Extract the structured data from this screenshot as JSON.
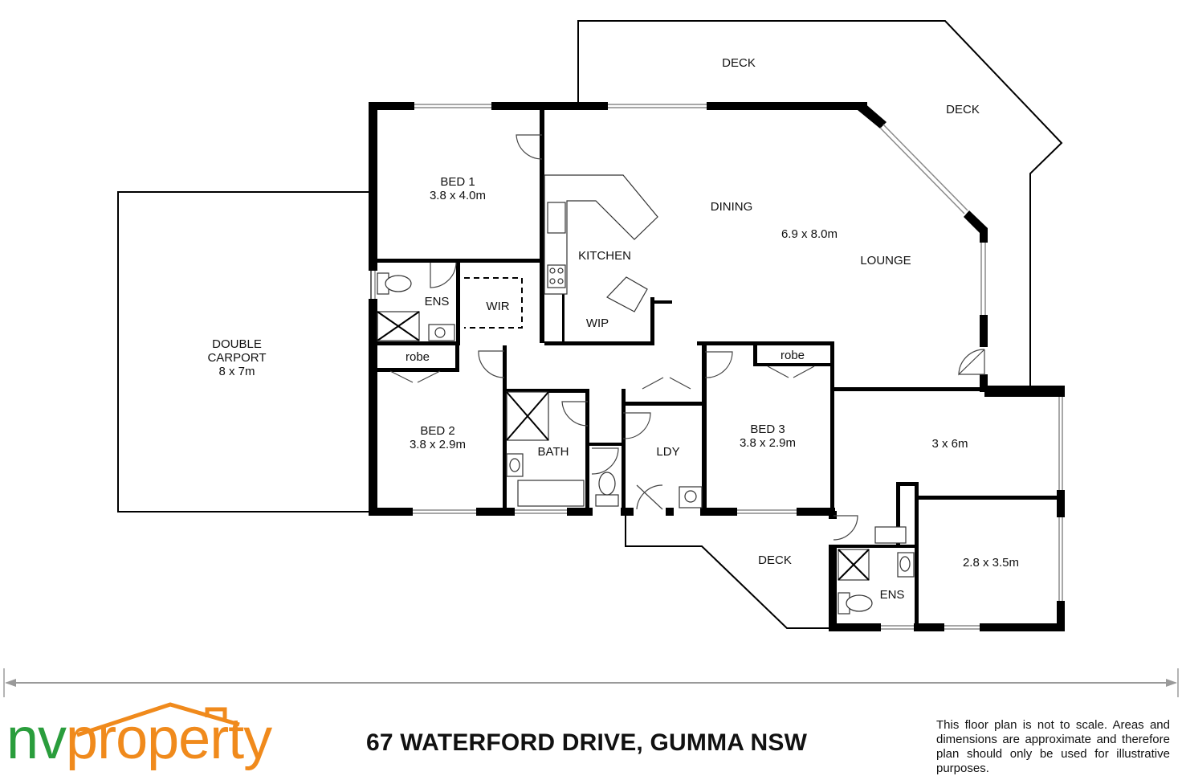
{
  "rooms": {
    "deck_top": "DECK",
    "deck_right": "DECK",
    "deck_bottom": "DECK",
    "bed1": {
      "name": "BED 1",
      "size": "3.8 x 4.0m"
    },
    "dining": "DINING",
    "living_size": "6.9 x 8.0m",
    "lounge": "LOUNGE",
    "kitchen": "KITCHEN",
    "ens_main": "ENS",
    "wir": "WIR",
    "wip": "WIP",
    "robe_left": "robe",
    "robe_right": "robe",
    "carport": {
      "line1": "DOUBLE",
      "line2": "CARPORT",
      "line3": "8 x 7m"
    },
    "bed2": {
      "name": "BED 2",
      "size": "3.8 x 2.9m"
    },
    "bath": "BATH",
    "ldy": "LDY",
    "bed3": {
      "name": "BED 3",
      "size": "3.8 x 2.9m"
    },
    "room_3x6": "3 x 6m",
    "room_28x35": "2.8 x 3.5m",
    "ens_lower": "ENS"
  },
  "footer": {
    "address": "67 WATERFORD DRIVE, GUMMA NSW",
    "disclaimer": "This floor plan is not to scale. Areas and dimensions are approximate and therefore plan should only be used for illustrative purposes."
  },
  "logo": {
    "part1": "nv",
    "part2": "property"
  },
  "colors": {
    "logo_green": "#2a9d3c",
    "logo_orange": "#f08a1c",
    "wall": "#000000",
    "scale_line": "#9a9a9a"
  }
}
